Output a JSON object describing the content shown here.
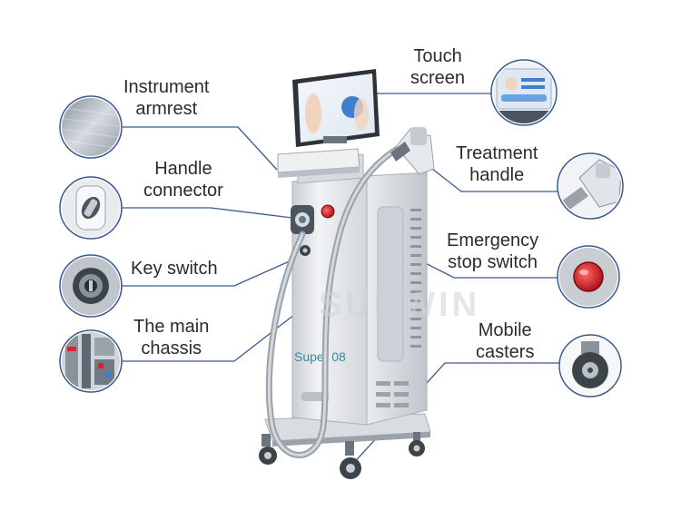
{
  "colors": {
    "leader_line": "#3a5a8f",
    "thumb_ring": "#3a5a8f",
    "machine_body": "#e4e7ea",
    "machine_dark": "#4a5560",
    "accent_red": "#d8242a",
    "label_text": "#2b2b2b",
    "watermark": "#cfd3d7"
  },
  "labels": {
    "instrument_armrest": [
      "Instrument",
      "armrest"
    ],
    "handle_connector": [
      "Handle",
      "connector"
    ],
    "key_switch": [
      "Key switch"
    ],
    "main_chassis": [
      "The main",
      "chassis"
    ],
    "touch_screen": [
      "Touch",
      "screen"
    ],
    "treatment_handle": [
      "Treatment",
      "handle"
    ],
    "emergency_stop": [
      "Emergency",
      "stop switch"
    ],
    "mobile_casters": [
      "Mobile",
      "casters"
    ]
  },
  "machine": {
    "model_text": "Super 08",
    "watermark_text": "SUNWIN"
  },
  "icons": {
    "armrest_thumb": "brushed-metal-icon",
    "connector_thumb": "connector-socket-icon",
    "key_thumb": "key-switch-icon",
    "chassis_thumb": "circuit-board-icon",
    "screen_thumb": "touchscreen-icon",
    "handle_thumb": "handpiece-icon",
    "stop_thumb": "emergency-button-icon",
    "caster_thumb": "caster-wheel-icon"
  }
}
